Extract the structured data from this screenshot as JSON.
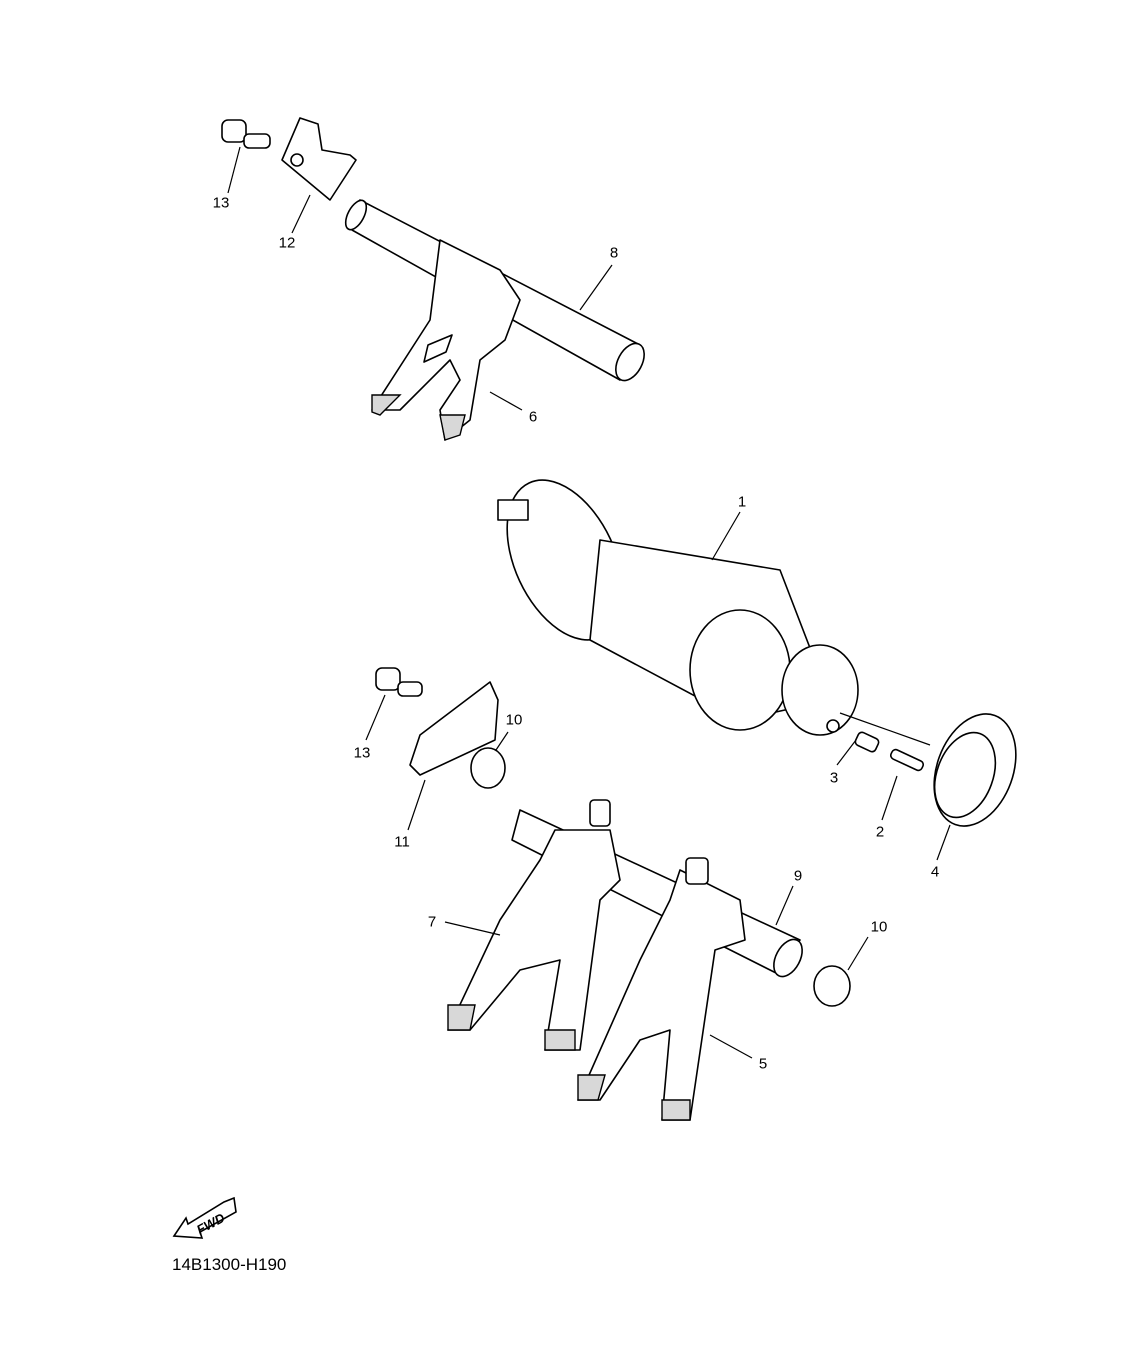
{
  "diagram_code": "14B1300-H190",
  "fwd_arrow_text": "FWD",
  "callouts": [
    {
      "id": "c13a",
      "label": "13"
    },
    {
      "id": "c12",
      "label": "12"
    },
    {
      "id": "c8",
      "label": "8"
    },
    {
      "id": "c6",
      "label": "6"
    },
    {
      "id": "c1",
      "label": "1"
    },
    {
      "id": "c13b",
      "label": "13"
    },
    {
      "id": "c10a",
      "label": "10"
    },
    {
      "id": "c3",
      "label": "3"
    },
    {
      "id": "c2",
      "label": "2"
    },
    {
      "id": "c11",
      "label": "11"
    },
    {
      "id": "c4",
      "label": "4"
    },
    {
      "id": "c9",
      "label": "9"
    },
    {
      "id": "c10b",
      "label": "10"
    },
    {
      "id": "c7",
      "label": "7"
    },
    {
      "id": "c5",
      "label": "5"
    }
  ]
}
